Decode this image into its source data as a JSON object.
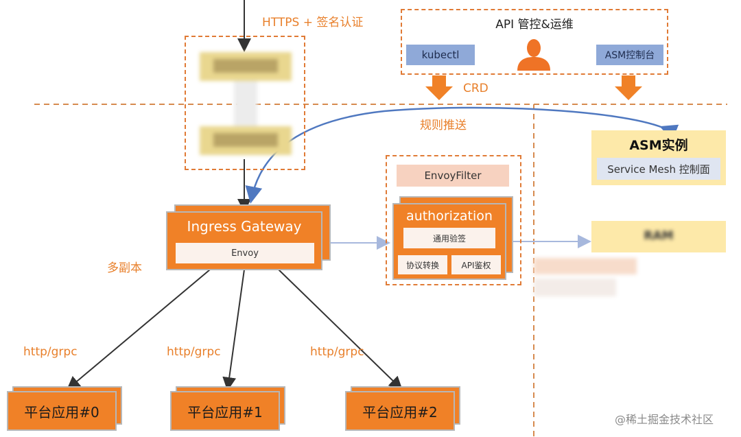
{
  "labels": {
    "https_auth": "HTTPS + 签名认证",
    "crd": "CRD",
    "rule_push": "规则推送",
    "multi_replica": "多副本",
    "http_grpc_0": "http/grpc",
    "http_grpc_1": "http/grpc",
    "http_grpc_2": "http/grpc"
  },
  "api_ops": {
    "title": "API 管控&运维",
    "kubectl": "kubectl",
    "asm_console": "ASM控制台"
  },
  "asm_instance": {
    "title": "ASM实例",
    "subtitle": "Service Mesh 控制面"
  },
  "ingress": {
    "title": "Ingress Gateway",
    "envoy": "Envoy"
  },
  "filter": {
    "envoyfilter": "EnvoyFilter",
    "authorization": "authorization",
    "common_sign": "通用验签",
    "protocol_convert": "协议转换",
    "api_auth": "API鉴权"
  },
  "ram": {
    "title": "RAM"
  },
  "apps": [
    "平台应用#0",
    "平台应用#1",
    "平台应用#2"
  ],
  "watermark": "@稀土掘金技术社区",
  "colors": {
    "orange": "#f08127",
    "accent_text": "#e87f2a",
    "blue": "#8fa9d8",
    "arrow_blue": "#4f78c0",
    "yellow": "#fde9a9"
  }
}
